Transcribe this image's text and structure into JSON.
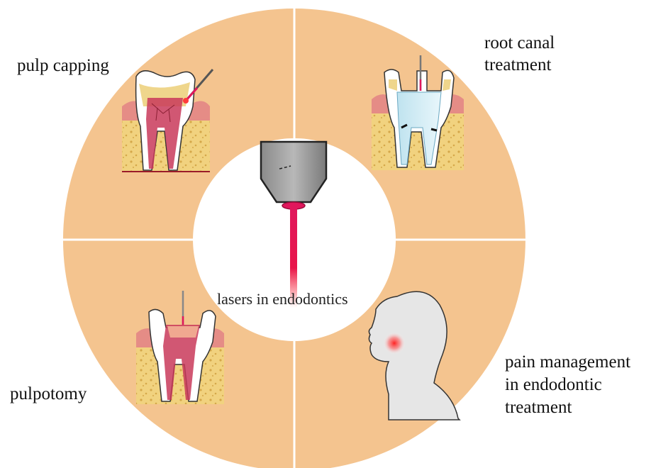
{
  "center": {
    "label": "lasers in endodontics"
  },
  "quadrants": {
    "top_left": {
      "label": "pulp capping"
    },
    "top_right": {
      "lines": [
        "root canal",
        "treatment"
      ]
    },
    "bottom_left": {
      "label": "pulpotomy"
    },
    "bottom_right": {
      "lines": [
        "pain management",
        "in endodontic",
        "treatment"
      ]
    }
  },
  "colors": {
    "ring": "#f4c48f",
    "laser": "#e0175c",
    "bone": "#f1d27f",
    "gum": "#e58c86",
    "pulp": "#c93a5a",
    "divider": "#ffffff"
  },
  "icons": [
    "laser-handpiece-icon",
    "pulp-capping-tooth-icon",
    "root-canal-tooth-icon",
    "pulpotomy-tooth-icon",
    "head-profile-icon"
  ]
}
